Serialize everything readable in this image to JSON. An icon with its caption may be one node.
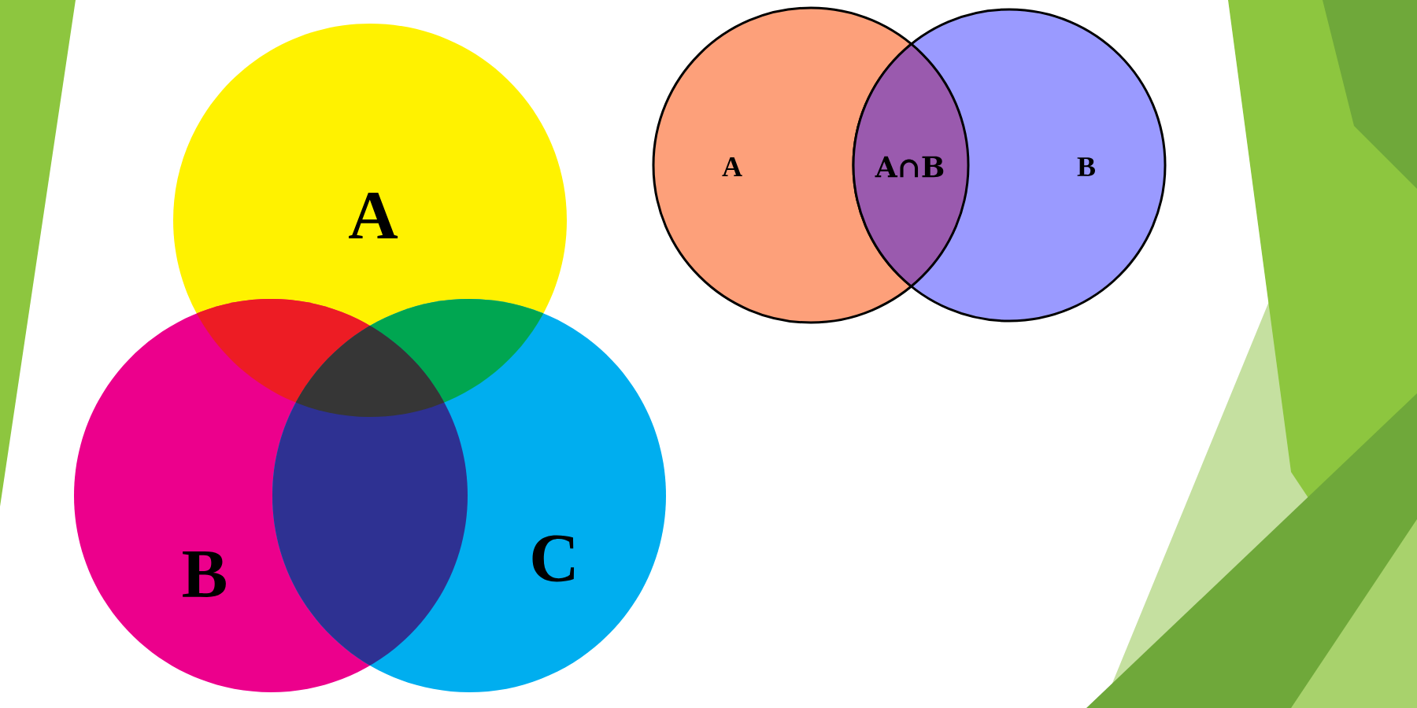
{
  "diagram": {
    "nodes": [
      {
        "text": [
          "A"
        ]
      },
      {
        "text": [
          "B"
        ]
      },
      {
        "text": [
          "C"
        ]
      },
      {
        "text": [
          "A"
        ]
      },
      {
        "text": [
          "B"
        ]
      }
    ],
    "labels": [
      "A∩B"
    ]
  }
}
